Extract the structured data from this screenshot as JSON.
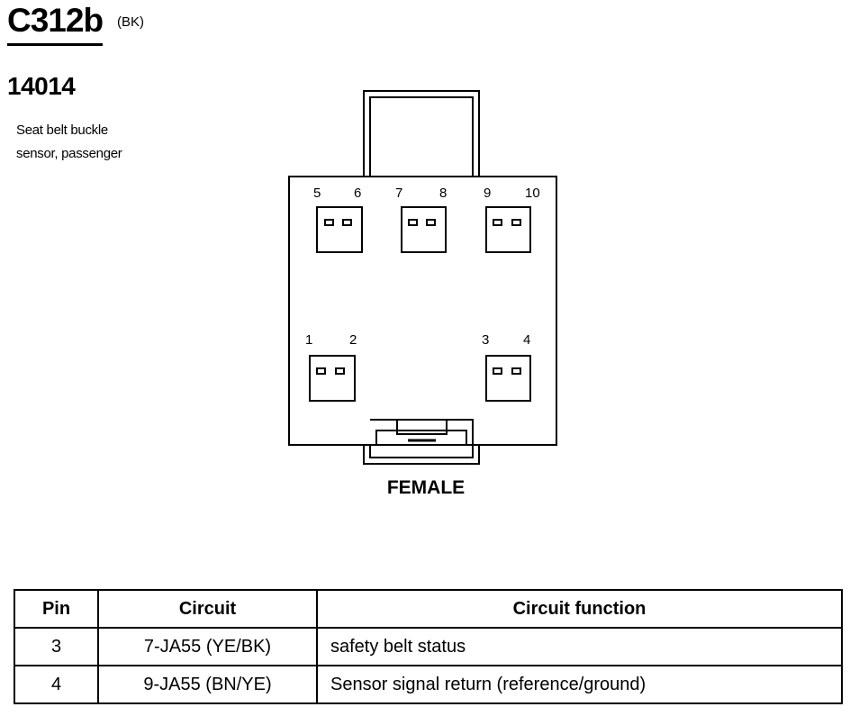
{
  "connector": {
    "id": "C312b",
    "color": "(BK)",
    "part_number": "14014",
    "description_line1": "Seat belt buckle",
    "description_line2": "sensor, passenger",
    "view": "FEMALE"
  },
  "pins": {
    "p1": "1",
    "p2": "2",
    "p3": "3",
    "p4": "4",
    "p5": "5",
    "p6": "6",
    "p7": "7",
    "p8": "8",
    "p9": "9",
    "p10": "10"
  },
  "table": {
    "headers": [
      "Pin",
      "Circuit",
      "Circuit function"
    ],
    "rows": [
      [
        "3",
        "7-JA55 (YE/BK)",
        "safety belt status"
      ],
      [
        "4",
        "9-JA55 (BN/YE)",
        "Sensor signal return (reference/ground)"
      ]
    ]
  }
}
